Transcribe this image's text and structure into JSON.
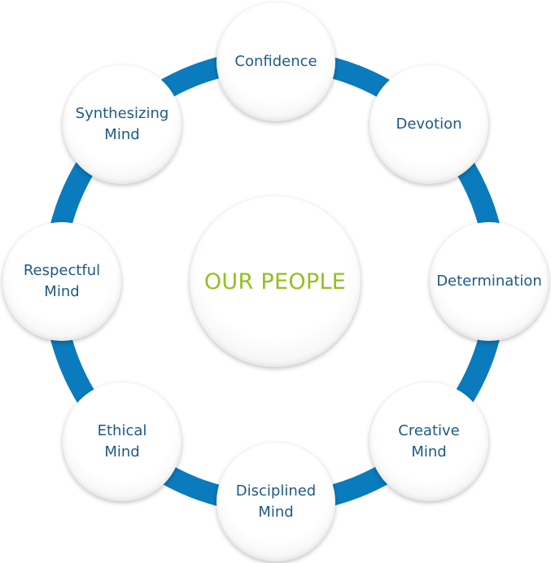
{
  "center": {
    "label": "OUR PEOPLE"
  },
  "nodes": [
    {
      "id": "confidence",
      "label": "Confidence"
    },
    {
      "id": "devotion",
      "label": "Devotion"
    },
    {
      "id": "determination",
      "label": "Determination"
    },
    {
      "id": "creative-mind",
      "label": "Creative\nMind"
    },
    {
      "id": "disciplined-mind",
      "label": "Disciplined\nMind"
    },
    {
      "id": "ethical-mind",
      "label": "Ethical\nMind"
    },
    {
      "id": "respectful-mind",
      "label": "Respectful\nMind"
    },
    {
      "id": "synthesizing-mind",
      "label": "Synthesizing\nMind"
    }
  ],
  "colors": {
    "ring": "#0a7bbd",
    "node_text": "#1e5a86",
    "center_text": "#93c01f"
  }
}
